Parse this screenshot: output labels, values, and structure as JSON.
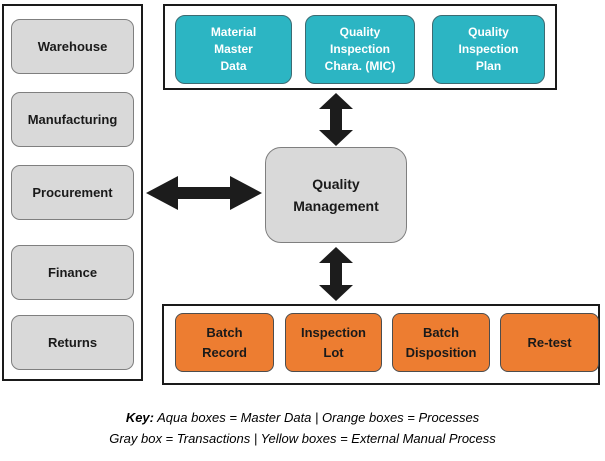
{
  "diagram": {
    "left_panel": {
      "items": [
        {
          "label": "Warehouse"
        },
        {
          "label": "Manufacturing"
        },
        {
          "label": "Procurement"
        },
        {
          "label": "Finance"
        },
        {
          "label": "Returns"
        }
      ]
    },
    "top_panel": {
      "items": [
        {
          "label": "Material\nMaster\nData"
        },
        {
          "label": "Quality\nInspection\nChara. (MIC)"
        },
        {
          "label": "Quality\nInspection\nPlan"
        }
      ]
    },
    "center": {
      "label": "Quality\nManagement"
    },
    "bottom_panel": {
      "items": [
        {
          "label": "Batch\nRecord"
        },
        {
          "label": "Inspection\nLot"
        },
        {
          "label": "Batch\nDisposition"
        },
        {
          "label": "Re-test"
        }
      ]
    },
    "legend": {
      "key_label": "Key:",
      "line1_rest": " Aqua boxes = Master Data  |  Orange boxes = Processes",
      "line2": "Gray box = Transactions  |  Yellow boxes = External Manual Process"
    },
    "colors": {
      "aqua": "#2cb5c3",
      "orange": "#ed7d31",
      "gray": "#d9d9d9",
      "arrow": "#1c1c1c"
    }
  }
}
